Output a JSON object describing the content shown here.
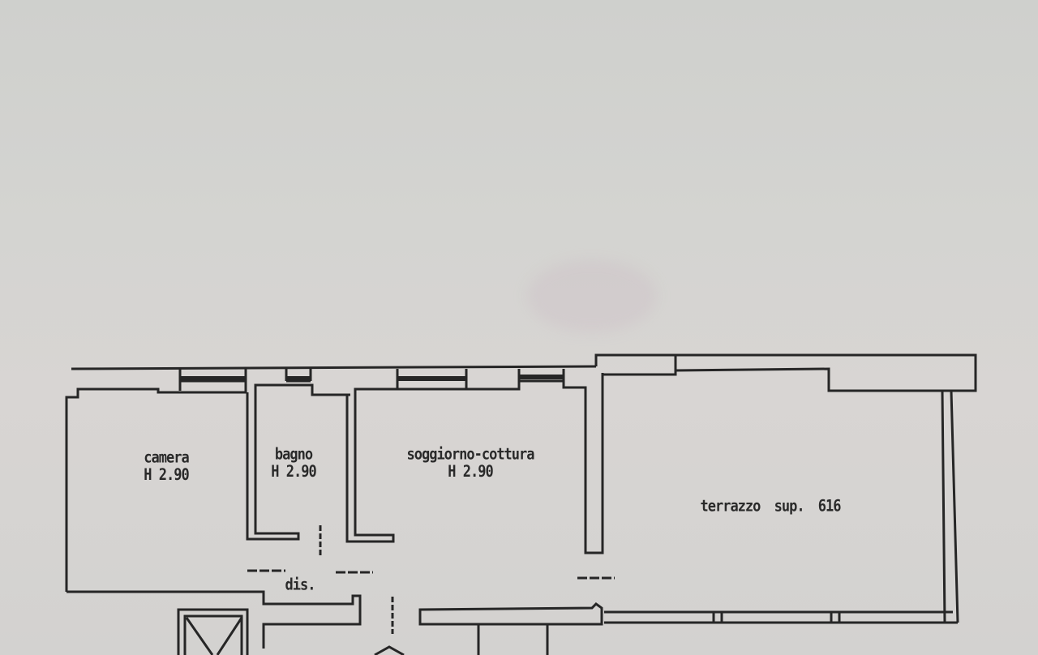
{
  "document": {
    "type": "floor-plan",
    "colors": {
      "paper": "#d4d4d1",
      "ink": "#262626"
    }
  },
  "rooms": [
    {
      "id": "camera",
      "name": "camera",
      "height_label": "H 2.90"
    },
    {
      "id": "bagno",
      "name": "bagno",
      "height_label": "H 2.90"
    },
    {
      "id": "soggiorno",
      "name": "soggiorno-cottura",
      "height_label": "H 2.90"
    },
    {
      "id": "terrazzo",
      "name": "terrazzo sup. 616",
      "height_label": ""
    },
    {
      "id": "disimpegno",
      "name": "dis.",
      "height_label": ""
    }
  ]
}
